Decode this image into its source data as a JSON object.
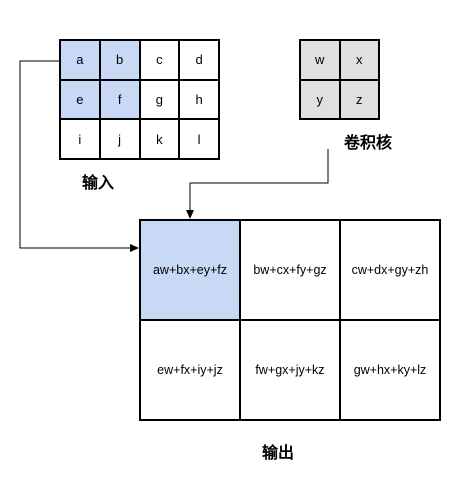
{
  "input": {
    "label": "输入",
    "cells": [
      [
        "a",
        "b",
        "c",
        "d"
      ],
      [
        "e",
        "f",
        "g",
        "h"
      ],
      [
        "i",
        "j",
        "k",
        "l"
      ]
    ],
    "highlighted": [
      [
        0,
        0
      ],
      [
        0,
        1
      ],
      [
        1,
        0
      ],
      [
        1,
        1
      ]
    ]
  },
  "kernel": {
    "label": "卷积核",
    "cells": [
      [
        "w",
        "x"
      ],
      [
        "y",
        "z"
      ]
    ]
  },
  "output": {
    "label": "输出",
    "cells": [
      [
        "aw+bx+ey+fz",
        "bw+cx+fy+gz",
        "cw+dx+gy+zh"
      ],
      [
        "ew+fx+iy+jz",
        "fw+gx+jy+kz",
        "gw+hx+ky+lz"
      ]
    ],
    "highlighted": [
      [
        0,
        0
      ]
    ]
  },
  "colors": {
    "highlight": "#c9d8f5",
    "kernel_fill": "#e0e0e0",
    "line": "#000000"
  }
}
